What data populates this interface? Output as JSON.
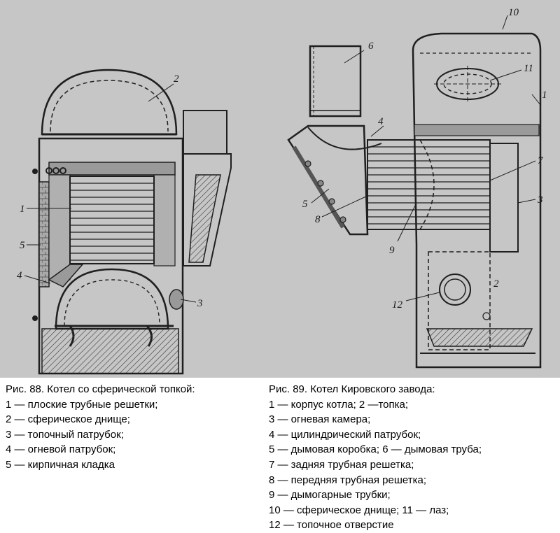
{
  "figures": {
    "fig88": {
      "title": "Рис. 88. Котел со сферической топкой:",
      "items": [
        "1 — плоские трубные решетки;",
        "2 — сферическое днище;",
        "3 — топочный патрубок;",
        "4 — огневой патрубок;",
        "5 — кирпичная кладка"
      ],
      "callouts": [
        "1",
        "2",
        "3",
        "4",
        "5"
      ]
    },
    "fig89": {
      "title": "Рис. 89. Котел Кировского завода:",
      "items": [
        "1 — корпус котла; 2 —топка;",
        "3 — огневая камера;",
        "4 — цилиндрический патрубок;",
        "5 — дымовая коробка; 6 — дымовая труба;",
        "7 — задняя трубная решетка;",
        "8 — передняя трубная решетка;",
        "9 — дымогарные трубки;",
        "10 — сферическое днище; 11 — лаз;",
        "12 — топочное отверстие"
      ],
      "callouts": [
        "1",
        "2",
        "3",
        "4",
        "5",
        "6",
        "7",
        "8",
        "9",
        "10",
        "11",
        "12"
      ]
    }
  },
  "colors": {
    "paper": "#c6c6c6",
    "ink": "#1f1f1f",
    "water": "#9a9a9a",
    "caption_bg": "#ffffff"
  }
}
